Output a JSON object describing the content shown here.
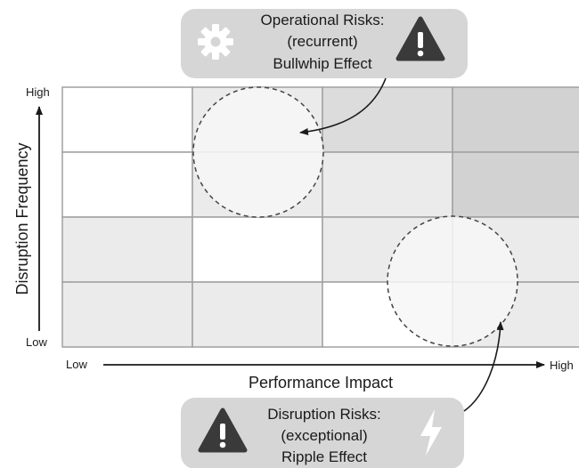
{
  "top_callout": {
    "line1": "Operational Risks:",
    "line2": "(recurrent)",
    "line3": "Bullwhip Effect",
    "left_icon": "gear-icon",
    "right_icon": "warning-icon"
  },
  "bottom_callout": {
    "line1": "Disruption Risks:",
    "line2": "(exceptional)",
    "line3": "Ripple Effect",
    "left_icon": "warning-icon",
    "right_icon": "lightning-icon"
  },
  "y_axis": {
    "title": "Disruption Frequency",
    "high_label": "High",
    "low_label": "Low"
  },
  "x_axis": {
    "title": "Performance Impact",
    "low_label": "Low",
    "high_label": "High"
  },
  "colors": {
    "cell_white": "#ffffff",
    "cell_light": "#ebebeb",
    "cell_mid": "#dcdcdc",
    "cell_dark": "#d2d2d2",
    "grid_line": "#a0a0a0",
    "callout_bg": "#d6d6d6",
    "icon_dark": "#3a3a3a"
  },
  "matrix": {
    "rows": 4,
    "cols": 4,
    "shades": [
      [
        "white",
        "light",
        "mid",
        "dark"
      ],
      [
        "white",
        "light",
        "light",
        "dark"
      ],
      [
        "light",
        "white",
        "light",
        "light"
      ],
      [
        "light",
        "light",
        "white",
        "light"
      ]
    ]
  }
}
